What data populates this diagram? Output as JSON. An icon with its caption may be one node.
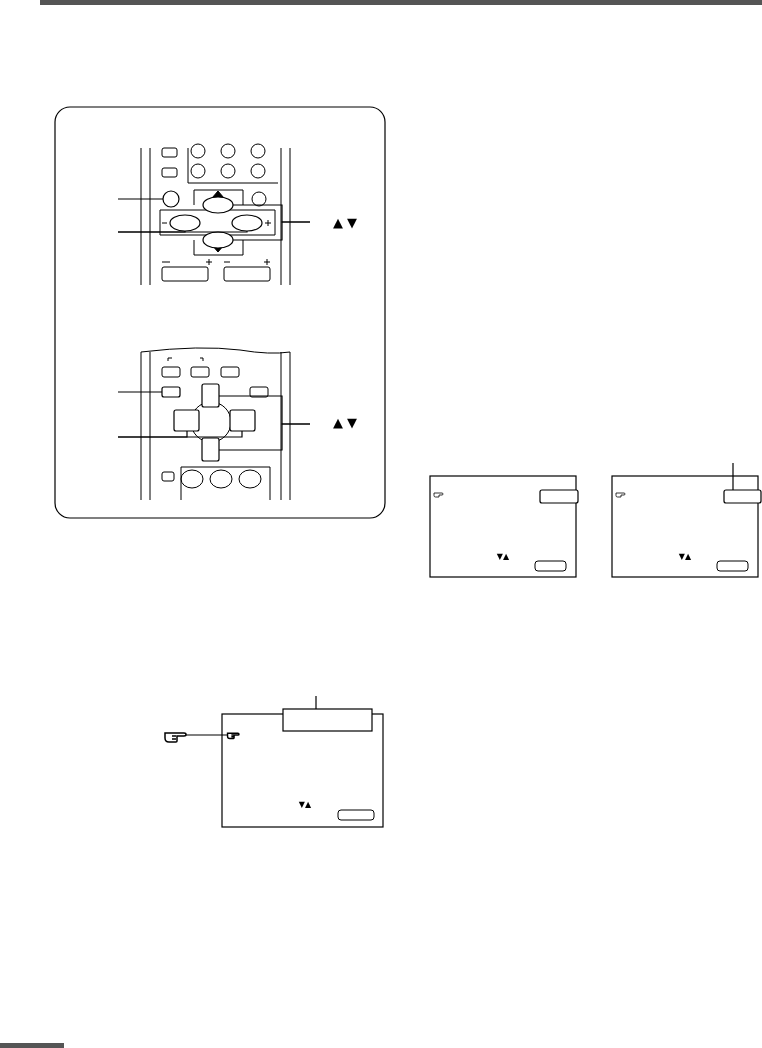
{
  "diagram": {
    "nodes": [
      {
        "text": [],
        "shape": "circle"
      },
      {
        "text": [],
        "shape": "oval"
      },
      {
        "text": [],
        "shape": "oval"
      },
      {
        "text": [],
        "shape": "oval"
      },
      {
        "text": [],
        "shape": "oval"
      },
      {
        "text": [],
        "shape": "box"
      },
      {
        "text": [],
        "shape": "box"
      },
      {
        "text": [],
        "shape": "box"
      },
      {
        "text": [],
        "shape": "box"
      },
      {
        "text": [],
        "shape": "box"
      },
      {
        "text": [],
        "shape": "box"
      },
      {
        "text": [],
        "shape": "hand"
      },
      {
        "text": [],
        "shape": "hand",
        "in": 10
      },
      {
        "text": [],
        "shape": "box"
      },
      {
        "text": [],
        "shape": "box"
      },
      {
        "text": [],
        "shape": "box",
        "in": 14
      },
      {
        "text": [],
        "shape": "box"
      },
      {
        "text": [],
        "shape": "box",
        "in": 16
      }
    ],
    "edges": [
      {
        "from": null,
        "to": 0,
        "arrow": "none"
      },
      {
        "from": null,
        "to": 1,
        "arrow": "none"
      },
      {
        "from": null,
        "to": 2,
        "arrow": "none"
      },
      {
        "from": null,
        "to": 3,
        "arrow": "none"
      },
      {
        "from": null,
        "to": 4,
        "arrow": "none"
      },
      {
        "from": null,
        "to": 5,
        "arrow": "none"
      },
      {
        "from": null,
        "to": 6,
        "arrow": "none"
      },
      {
        "from": null,
        "to": 7,
        "arrow": "none"
      },
      {
        "from": null,
        "to": 8,
        "arrow": "none"
      },
      {
        "from": null,
        "to": 9,
        "arrow": "none"
      },
      {
        "from": 11,
        "to": 12,
        "arrow": "none"
      },
      {
        "from": null,
        "to": 13,
        "arrow": "none"
      },
      {
        "from": null,
        "to": 17,
        "arrow": "none"
      }
    ],
    "labels": [
      "▲ ▼",
      "▲ ▼",
      "▼▲",
      "▼▲",
      "▼▲"
    ]
  }
}
